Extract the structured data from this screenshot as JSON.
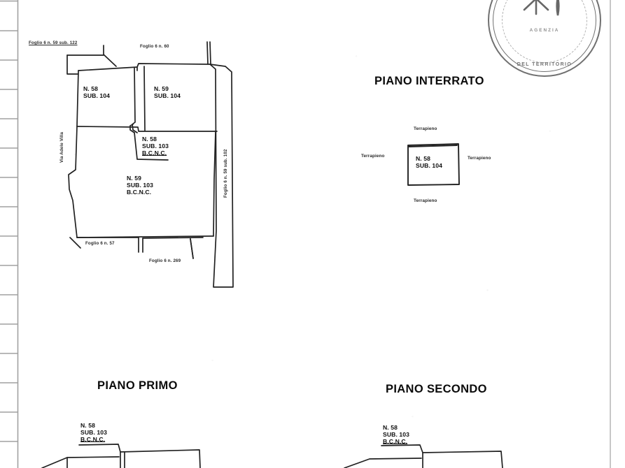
{
  "document": {
    "type": "cadastral-floor-plan",
    "language": "it",
    "sheet_reference": "Foglio 6"
  },
  "seal": {
    "name": "official-round-stamp",
    "upper_text": "AGENZIA",
    "lower_text": "DEL TERRITORIO",
    "visible": "partial"
  },
  "plans": [
    {
      "id": "piano-terra",
      "title": "",
      "street_label": "Via Adele Villa",
      "boundary_labels": [
        "Foglio 6 n. 59 sub. 122",
        "Foglio 6 n. 60",
        "Foglio 6 n. 59 sub. 102",
        "Foglio 6 n. 57",
        "Foglio 6 n. 269"
      ],
      "units": [
        {
          "number": "N. 58",
          "sub": "SUB. 104",
          "note": ""
        },
        {
          "number": "N. 59",
          "sub": "SUB. 104",
          "note": ""
        },
        {
          "number": "N. 58",
          "sub": "SUB. 103",
          "note": "B.C.N.C."
        },
        {
          "number": "N. 59",
          "sub": "SUB. 103",
          "note": "B.C.N.C."
        }
      ]
    },
    {
      "id": "piano-interrato",
      "title": "PIANO INTERRATO",
      "units": [
        {
          "number": "N. 58",
          "sub": "SUB. 104",
          "note": ""
        }
      ],
      "surround_labels": [
        "Terrapieno",
        "Terrapieno",
        "Terrapieno",
        "Terrapieno"
      ]
    },
    {
      "id": "piano-primo",
      "title": "PIANO PRIMO",
      "units": [
        {
          "number": "N. 58",
          "sub": "SUB. 103",
          "note": "B.C.N.C."
        }
      ]
    },
    {
      "id": "piano-secondo",
      "title": "PIANO SECONDO",
      "units": [
        {
          "number": "N. 58",
          "sub": "SUB. 103",
          "note": "B.C.N.C."
        }
      ]
    }
  ],
  "labels": {
    "foglio_59_122": "Foglio 6 n. 59 sub. 122",
    "foglio_60": "Foglio 6 n. 60",
    "foglio_59_102": "Foglio 6 n. 59 sub. 102",
    "foglio_57": "Foglio 6 n. 57",
    "foglio_269": "Foglio 6 n. 269",
    "via_adele_villa": "Via Adele Villa",
    "terrapieno": "Terrapieno"
  },
  "colors": {
    "ink": "#101010",
    "line": "#262626",
    "paper": "#fefefe",
    "margin_rule": "#8f8f8f"
  }
}
